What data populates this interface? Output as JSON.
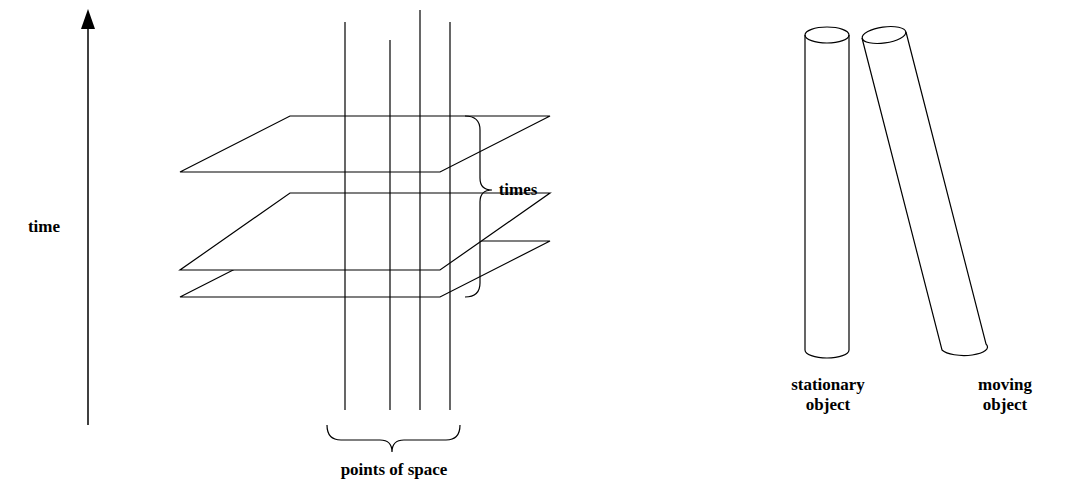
{
  "diagram": {
    "labels": [
      "time",
      "times",
      "points of space",
      "stationary object",
      "moving object"
    ]
  }
}
